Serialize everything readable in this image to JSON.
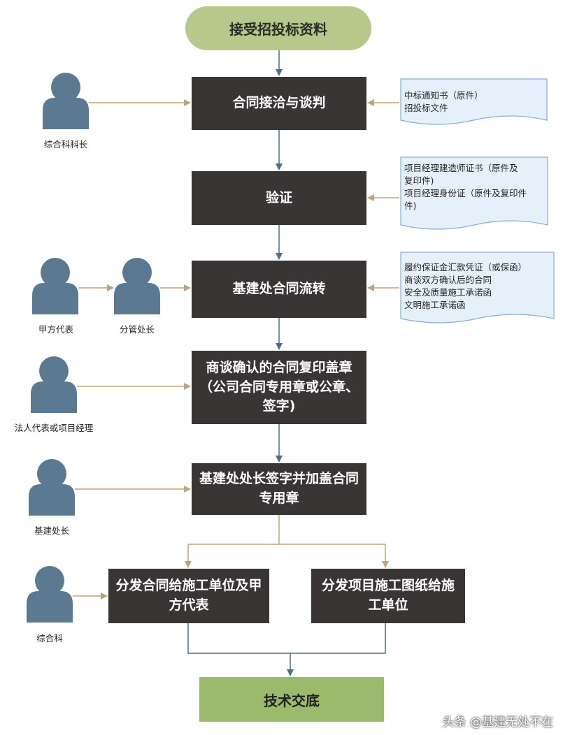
{
  "start": "接受招投标资料",
  "steps": [
    "合同接洽与谈判",
    "验证",
    "基建处合同流转",
    "商谈确认的合同复印盖章（公司合同专用章或公章、签字)",
    "基建处处长签字并加盖合同专用章"
  ],
  "branch_left": "分发合同给施工单位及甲方代表",
  "branch_right": "分发项目施工图纸给施工单位",
  "end": "技术交底",
  "documents": [
    [
      "中标通知书（原件）",
      "招投标文件"
    ],
    [
      "项目经理建造师证书（原件及",
      "复印件)",
      "项目经理身份证（原件及复印件",
      "件)"
    ],
    [
      "履约保证金汇款凭证（或保函）",
      "商谈双方确认后的合同",
      "安全及质量施工承诺函",
      "文明施工承诺函"
    ]
  ],
  "people": [
    "综合科科长",
    "甲方代表",
    "分管处长",
    "法人代表或项目经理",
    "基建处长",
    "综合科"
  ],
  "watermark": "头条 @基建无处不在",
  "colors": {
    "box": "#3a3535",
    "start": "#b6c98a",
    "end": "#9cba6c",
    "person": "#5b7a92",
    "doc_fill": "#e6f0fa",
    "doc_stroke": "#8aaed3",
    "arrow_down": "#4d6d8a",
    "arrow_side": "#c0a27a"
  }
}
